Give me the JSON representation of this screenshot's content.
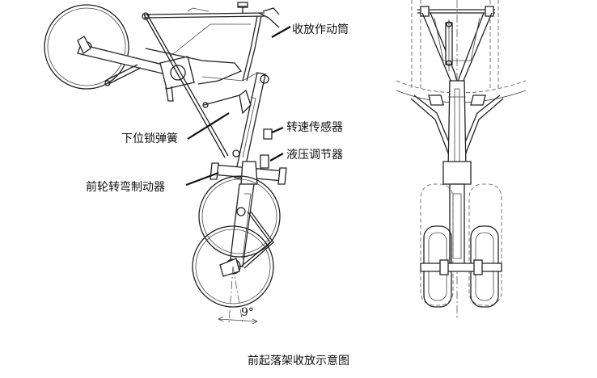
{
  "labels": {
    "retraction_actuator": "收放作动筒",
    "downlock_spring": "下位锁弹簧",
    "speed_sensor": "转速传感器",
    "hydraulic_regulator": "液压调节器",
    "nose_wheel_steering_actuator": "前轮转弯制动器",
    "angle": "9°"
  },
  "caption": "前起落架收放示意图"
}
